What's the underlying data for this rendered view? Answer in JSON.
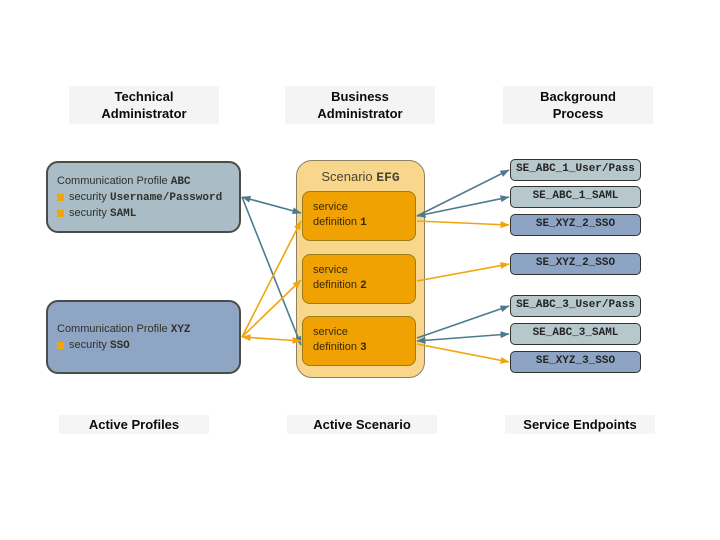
{
  "columns": {
    "left": {
      "role_line1": "Technical",
      "role_line2": "Administrator",
      "footer": "Active Profiles"
    },
    "middle": {
      "role_line1": "Business",
      "role_line2": "Administrator",
      "footer": "Active Scenario"
    },
    "right": {
      "role_line1": "Background",
      "role_line2": "Process",
      "footer": "Service Endpoints"
    }
  },
  "profiles": [
    {
      "title": "Communication Profile",
      "code": "ABC",
      "items": [
        {
          "label": "security",
          "value": "Username/Password"
        },
        {
          "label": "security",
          "value": "SAML"
        }
      ]
    },
    {
      "title": "Communication Profile",
      "code": "XYZ",
      "items": [
        {
          "label": "security",
          "value": "SSO"
        }
      ]
    }
  ],
  "scenario": {
    "title": "Scenario",
    "code": "EFG",
    "definitions": [
      {
        "line1": "service",
        "line2": "definition",
        "num": "1"
      },
      {
        "line1": "service",
        "line2": "definition",
        "num": "2"
      },
      {
        "line1": "service",
        "line2": "definition",
        "num": "3"
      }
    ]
  },
  "endpoints": [
    {
      "label": "SE_ABC_1_User/Pass",
      "variant": "gray"
    },
    {
      "label": "SE_ABC_1_SAML",
      "variant": "gray"
    },
    {
      "label": "SE_XYZ_2_SSO",
      "variant": "blue"
    },
    {
      "label": "SE_XYZ_2_SSO",
      "variant": "blue"
    },
    {
      "label": "SE_ABC_3_User/Pass",
      "variant": "gray"
    },
    {
      "label": "SE_ABC_3_SAML",
      "variant": "gray"
    },
    {
      "label": "SE_XYZ_3_SSO",
      "variant": "blue"
    }
  ],
  "edges": [
    {
      "from": "profile-abc",
      "to": "def-1",
      "color": "blue",
      "both": true,
      "tdy": -3
    },
    {
      "from": "profile-abc",
      "to": "def-3",
      "color": "blue",
      "tdy": 4
    },
    {
      "from": "profile-xyz",
      "to": "def-1",
      "color": "orange",
      "tdy": 5
    },
    {
      "from": "profile-xyz",
      "to": "def-2",
      "color": "orange",
      "tdy": 1
    },
    {
      "from": "profile-xyz",
      "to": "def-3",
      "color": "orange",
      "both": true
    },
    {
      "from": "def-1",
      "to": "ep-0",
      "color": "blue"
    },
    {
      "from": "def-1",
      "to": "ep-1",
      "color": "blue",
      "both": true
    },
    {
      "from": "def-1",
      "to": "ep-2",
      "color": "orange",
      "sdy": 5
    },
    {
      "from": "def-2",
      "to": "ep-3",
      "color": "orange",
      "sdy": 2
    },
    {
      "from": "def-3",
      "to": "ep-4",
      "color": "blue",
      "sdy": -3
    },
    {
      "from": "def-3",
      "to": "ep-5",
      "color": "blue",
      "both": true
    },
    {
      "from": "def-3",
      "to": "ep-6",
      "color": "orange",
      "sdy": 3
    }
  ],
  "colors": {
    "blue_line": "#4d7a8f",
    "orange_line": "#f1a50a",
    "bullet_orange": "#f0a50a",
    "profile_abc_fill": "#aabcc6",
    "profile_xyz_fill": "#8fa5c4",
    "scenario_fill": "#f8d68c",
    "definition_fill": "#f0a202",
    "endpoint_gray_fill": "#b7c8cd",
    "endpoint_blue_fill": "#8ea4c4"
  }
}
